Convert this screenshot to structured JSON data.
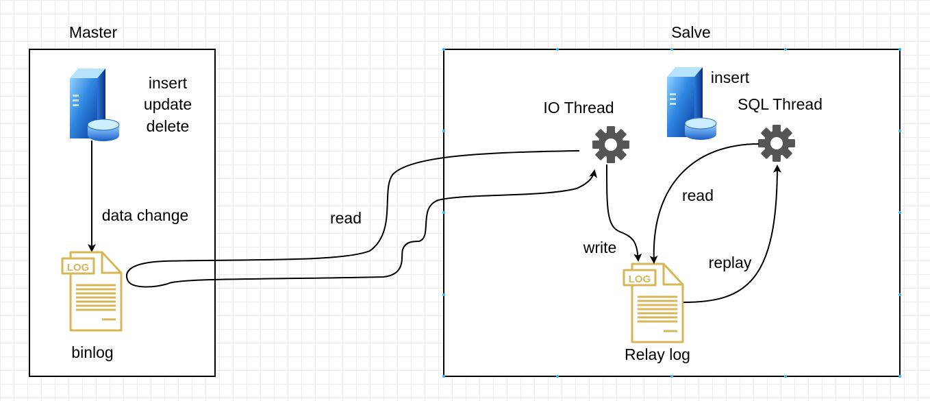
{
  "master": {
    "title": "Master",
    "ops": [
      "insert",
      "update",
      "delete"
    ],
    "edge_label": "data change",
    "log_label": "binlog",
    "log_icon_text": "LOG"
  },
  "slave": {
    "title": "Salve",
    "insert_label": "insert",
    "io_thread_label": "IO Thread",
    "sql_thread_label": "SQL Thread",
    "relay_log_label": "Relay log",
    "log_icon_text": "LOG"
  },
  "edges": {
    "binlog_read": "read",
    "io_write": "write",
    "sql_read": "read",
    "replay": "replay"
  },
  "colors": {
    "log_gold": "#D6B656",
    "server_blue": "#2F7FD8",
    "gear": "#555555",
    "handle": "#29B6F2"
  },
  "icons": {
    "master_db": "database-server-icon",
    "slave_db": "database-server-icon",
    "gear": "gear-icon",
    "log": "log-file-icon"
  }
}
